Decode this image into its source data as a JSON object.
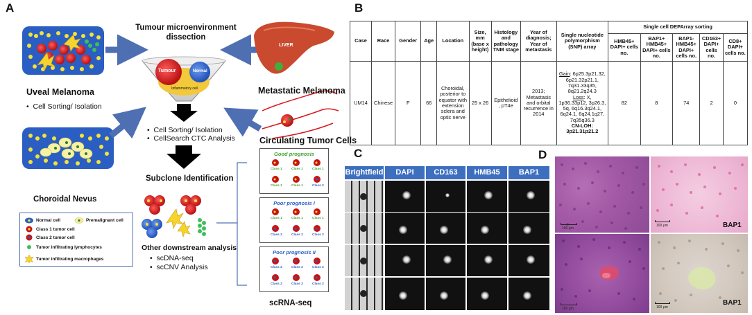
{
  "panels": {
    "a": "A",
    "b": "B",
    "c": "C",
    "d": "D"
  },
  "panel_a": {
    "uveal_melanoma": "Uveal Melanoma",
    "cell_sorting_left": "Cell Sorting/ Isolation",
    "tme_title": "Tumour microenvironment dissection",
    "funnel_tumour": "Tumour",
    "funnel_normal": "Normal",
    "funnel_inflammatory": "Inflammatory cell",
    "liver": "LIVER",
    "metastatic_melanoma": "Metastatic Melanoma",
    "circulating_tumor_cells": "Circulating Tumor Cells",
    "cell_sorting_center": "Cell Sorting/ Isolation",
    "cellsearch": "CellSearch CTC Analysis",
    "subclone_identification": "Subclone Identification",
    "choroidal_nevus": "Choroidal Nevus",
    "other_downstream": "Other downstream analysis",
    "scdnaseq": "scDNA-seq",
    "sccnv": "scCNV Analysis",
    "scrnaseq": "scRNA-seq",
    "good_prognosis": "Good prognosis",
    "poor_prognosis_1": "Poor prognosis I",
    "poor_prognosis_2": "Poor prognosis II",
    "class1": "Class 1",
    "class2": "Class 2",
    "legend": {
      "normal": "Normal cell",
      "premalignant": "Premalignant cell",
      "class1": "Class 1 tumor cell",
      "class2": "Class 2 tumor cell",
      "til": "Tumor infiltrating lymphocytes",
      "tam": "Tumor infiltrating macrophages"
    }
  },
  "table": {
    "headers": {
      "case": "Case",
      "race": "Race",
      "gender": "Gender",
      "age": "Age",
      "location": "Location",
      "size": "Size, mm (base x height)",
      "histology": "Histology and pathology TNM stage",
      "year": "Year of diagnosis; Year of metastasis",
      "snp": "Single nucleotide polymorphism (SNP) array",
      "depa": "Single cell DEPArray sorting",
      "hmb45": "HMB45+ DAPI+ cells no.",
      "bap1p": "BAP1+ HMB45+ DAPI+ cells no.",
      "bap1n": "BAP1- HMB45+ DAPI+ cells no.",
      "cd163": "CD163+ DAPI+ cells no.",
      "cd8": "CD8+ DAPI+ cells no."
    },
    "row": {
      "case": "UM14",
      "race": "Chinese",
      "gender": "F",
      "age": "66",
      "location": "Choroidal, posterior to equator with extension sclera and optic nerve",
      "size": "25 x 26",
      "histology": "Epithelioid , pT4e",
      "year": "2013; Metastasis and orbital recurrence in 2014",
      "snp_gain_label": "Gain",
      "snp_gain": ": 6p25.3p21.32, 6p21.32p21.1, 7q31.33q35, 8q21.2q24.3",
      "snp_loss_label": "Loss",
      "snp_loss": ": X, 1p36.33p12, 3p26.3, 5q, 6q16.3q24.1, 6q24.1, 6q24.1q27, 7q35q36.3",
      "snp_cnloh_label": "CN-LOH:",
      "snp_cnloh": "3p21.31p21.2",
      "hmb45": "82",
      "bap1p": "8",
      "bap1n": "74",
      "cd163": "2",
      "cd8": "0"
    }
  },
  "panel_c": {
    "columns": [
      "Brightfield",
      "DAPI",
      "CD163",
      "HMB45",
      "BAP1"
    ]
  },
  "panel_d": {
    "label_top": "BAP1",
    "label_bottom": "BAP1",
    "scale": "100 μm"
  }
}
